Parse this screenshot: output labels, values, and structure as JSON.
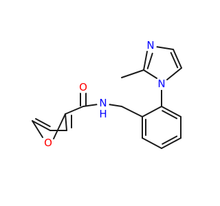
{
  "molecule": {
    "atoms": [
      {
        "id": "O_carbonyl",
        "element": "O",
        "label": "O",
        "color": "#ff0000"
      },
      {
        "id": "N_amide",
        "element": "N",
        "label": "N",
        "hydrogen": "H",
        "color": "#0000ff"
      },
      {
        "id": "O_furan",
        "element": "O",
        "label": "O",
        "color": "#ff0000"
      },
      {
        "id": "N_imidazole_3",
        "element": "N",
        "label": "N",
        "color": "#0000ff"
      },
      {
        "id": "N_imidazole_1",
        "element": "N",
        "label": "N",
        "color": "#0000ff"
      }
    ],
    "bond_color": "#1a1a1a"
  }
}
